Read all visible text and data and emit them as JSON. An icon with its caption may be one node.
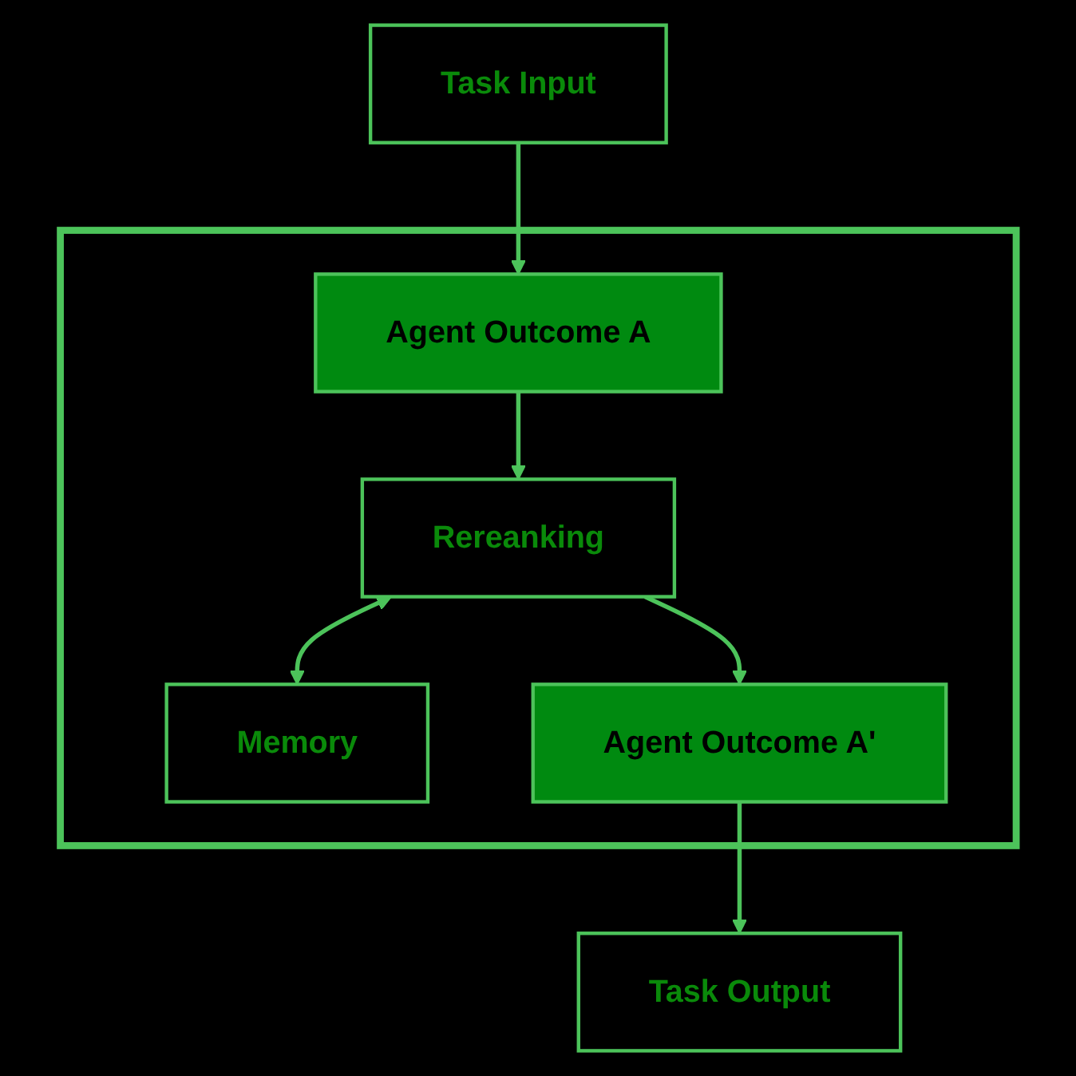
{
  "diagram": {
    "nodes": [
      {
        "text": [
          "Task Input"
        ]
      },
      {
        "text": [],
        "shape": "box"
      },
      {
        "text": [
          "Agent Outcome A"
        ],
        "in": 1
      },
      {
        "text": [
          "Rereanking"
        ],
        "in": 1
      },
      {
        "text": [
          "Memory"
        ],
        "in": 1
      },
      {
        "text": [
          "Agent Outcome A'"
        ],
        "in": 1
      },
      {
        "text": [
          "Task Output"
        ]
      }
    ],
    "edges": [
      {
        "from": 0,
        "to": 2,
        "arrow": "to"
      },
      {
        "from": 2,
        "to": 3,
        "arrow": "to"
      },
      {
        "from": 3,
        "to": 4,
        "arrow": "both"
      },
      {
        "from": 3,
        "to": 5,
        "arrow": "to"
      },
      {
        "from": 5,
        "to": 6,
        "arrow": "to"
      }
    ]
  }
}
